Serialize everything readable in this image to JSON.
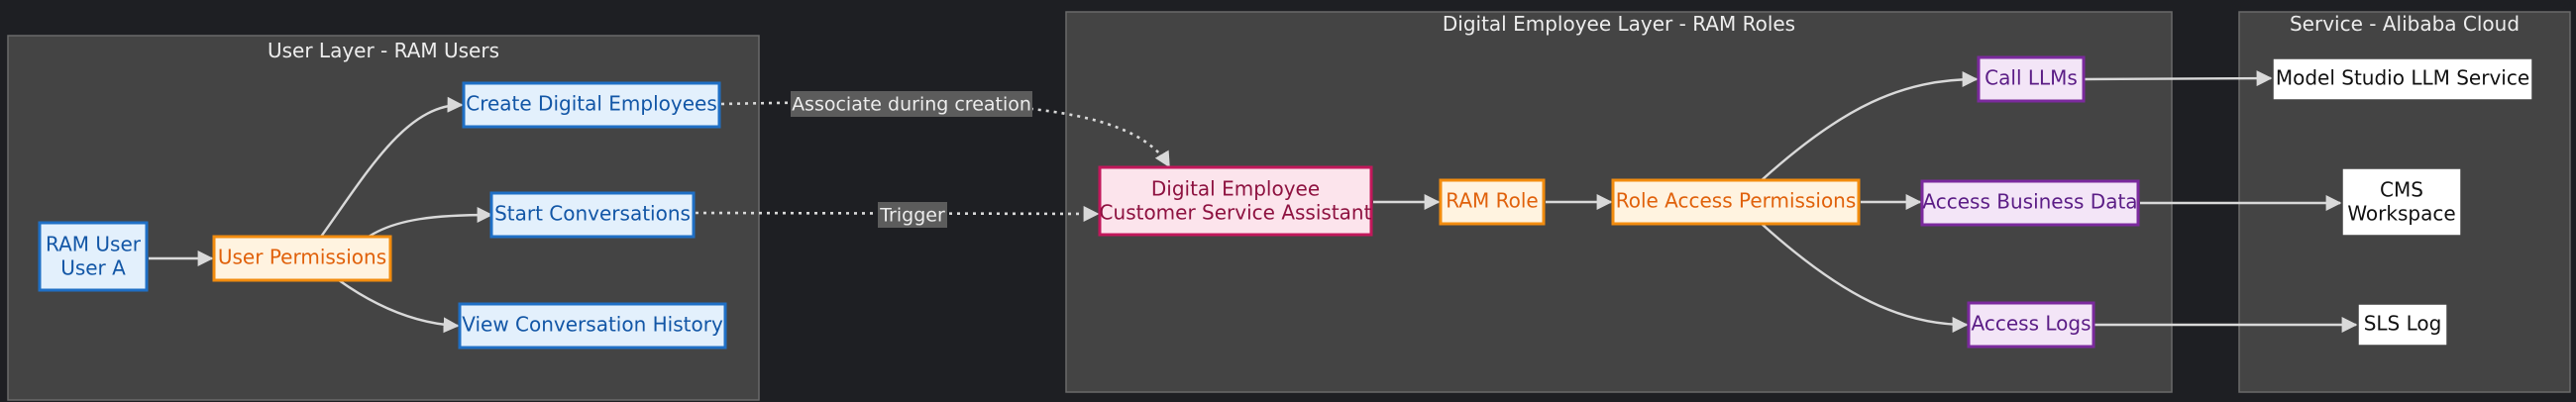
{
  "clusters": {
    "user_layer": "User Layer - RAM Users",
    "digital_layer": "Digital Employee Layer - RAM Roles",
    "service": "Service - Alibaba Cloud"
  },
  "nodes": {
    "ram_user": [
      "RAM User",
      "User A"
    ],
    "user_permissions": [
      "User Permissions"
    ],
    "create_digital_employees": [
      "Create Digital Employees"
    ],
    "start_conversations": [
      "Start Conversations"
    ],
    "view_conversation_history": [
      "View Conversation History"
    ],
    "digital_employee": [
      "Digital Employee",
      "Customer Service Assistant"
    ],
    "ram_role": [
      "RAM Role"
    ],
    "role_access_permissions": [
      "Role Access Permissions"
    ],
    "call_llms": [
      "Call LLMs"
    ],
    "access_business_data": [
      "Access Business Data"
    ],
    "access_logs": [
      "Access Logs"
    ],
    "model_studio": [
      "Model Studio LLM Service"
    ],
    "cms_workspace": [
      "CMS",
      "Workspace"
    ],
    "sls_log": [
      "SLS Log"
    ]
  },
  "edge_labels": {
    "associate": "Associate during creation",
    "trigger": "Trigger"
  },
  "colors": {
    "background": "#1e1f23",
    "cluster_fill": "#444444",
    "blue_fill": "#e3f0fc",
    "blue_stroke": "#1f6fc5",
    "blue_text": "#1256a6",
    "orange_fill": "#fff3e0",
    "orange_stroke": "#f28c0f",
    "orange_text": "#e0610b",
    "purple_fill": "#f3e5f7",
    "purple_stroke": "#7b2a9e",
    "purple_text": "#5b1d86",
    "pink_fill": "#fce4ec",
    "pink_stroke": "#c2185b",
    "pink_text": "#8e1240",
    "white_fill": "#ffffff",
    "white_stroke": "#444444",
    "white_text": "#111111"
  }
}
